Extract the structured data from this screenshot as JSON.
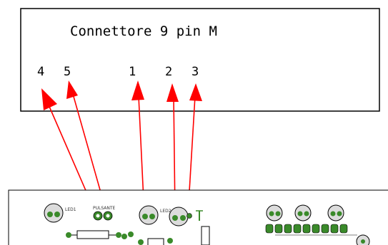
{
  "connector": {
    "title": "Connettore 9 pin M",
    "pins": [
      {
        "id": "pin-4",
        "label": "4"
      },
      {
        "id": "pin-5",
        "label": "5"
      },
      {
        "id": "pin-1",
        "label": "1"
      },
      {
        "id": "pin-2",
        "label": "2"
      },
      {
        "id": "pin-3",
        "label": "3"
      }
    ]
  },
  "board": {
    "labels": {
      "led1": "LED1",
      "pulsante": "PULSANTE",
      "led2": "LED2"
    }
  },
  "colors": {
    "wire": "#ff0000",
    "box_border": "#000000",
    "board_components": "#3a8a2a"
  }
}
